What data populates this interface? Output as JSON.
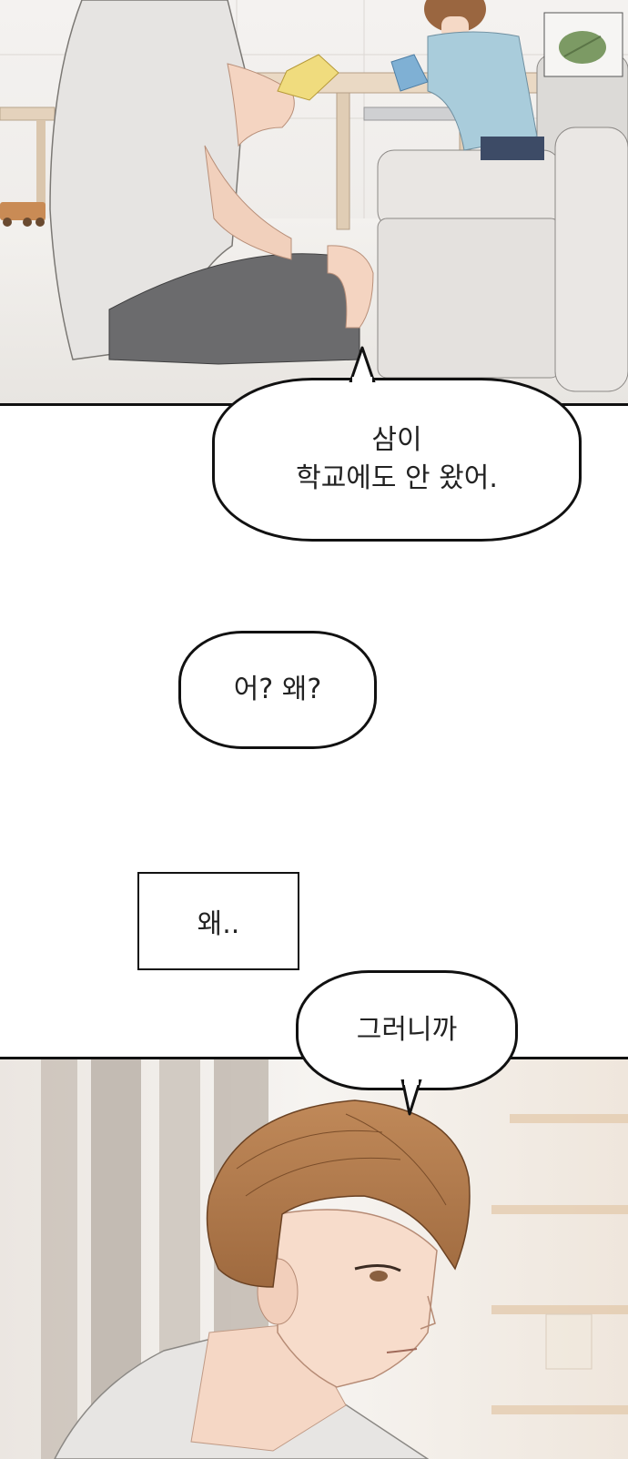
{
  "dialogue": {
    "bubble_1": {
      "line_1": "삼이",
      "line_2": "학교에도 안 왔어."
    },
    "bubble_2": "어? 왜?",
    "caption_box": "왜..",
    "bubble_3": "그러니까"
  },
  "colors": {
    "panel_border": "#111111",
    "floor": "#f1eeea",
    "shirt": "#e6e4e2",
    "shorts": "#6b6b6d",
    "hair": "#b6794c",
    "skin": "#f7dccb",
    "child_shirt": "#a9ccdb",
    "sofa": "#e9e6e3",
    "curtain": "#b9b0a7"
  }
}
